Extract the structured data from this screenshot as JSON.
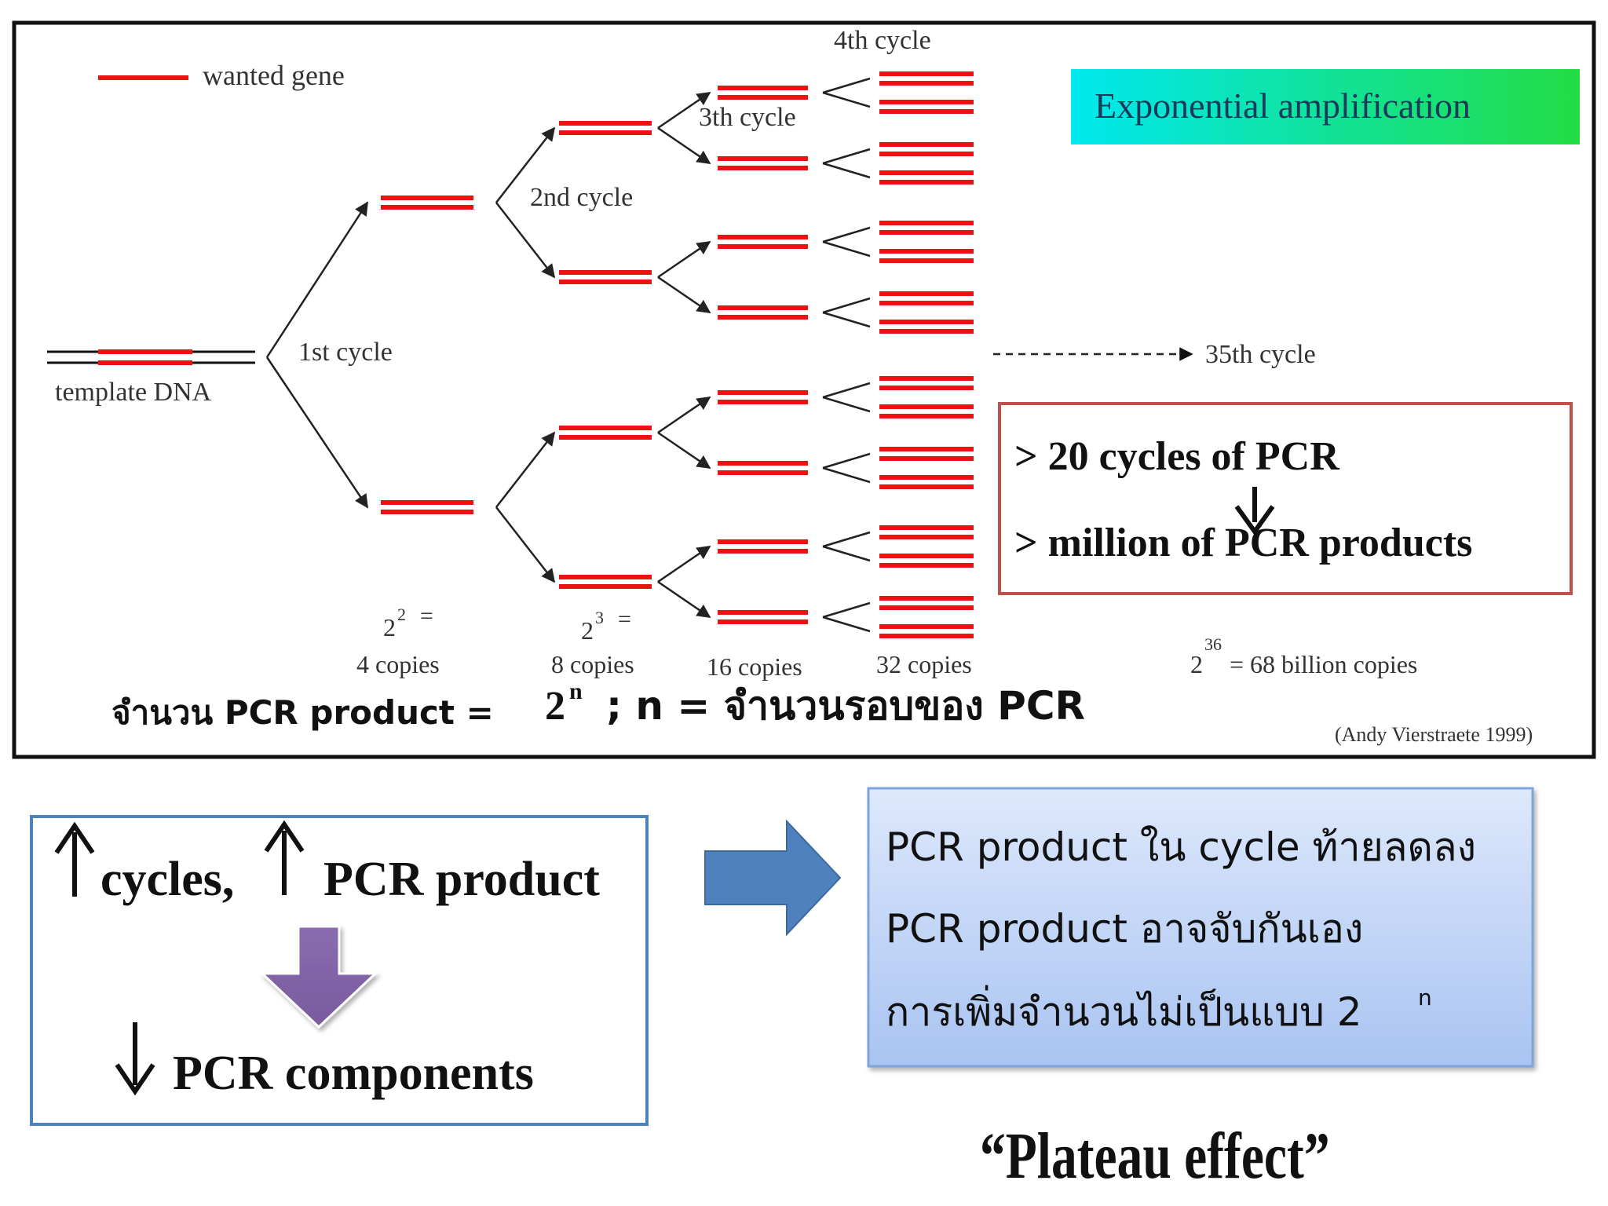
{
  "legend": {
    "label": "wanted gene"
  },
  "template": {
    "label": "template DNA"
  },
  "cycles": {
    "c1": "1st cycle",
    "c2": "2nd cycle",
    "c3": "3th cycle",
    "c4": "4th cycle",
    "c35": "35th cycle"
  },
  "copies": {
    "four_base": "2",
    "four_exp": "2",
    "four_eq": "=",
    "four": "4 copies",
    "eight_base": "2",
    "eight_exp": "3",
    "eight_eq": "=",
    "eight": "8 copies",
    "sixteen": "16 copies",
    "thirtytwo": "32 copies",
    "final_base": "2",
    "final_exp": "36",
    "final_rest": "= 68 billion copies"
  },
  "title_box": {
    "text": "Exponential amplification"
  },
  "info_box": {
    "line1": "> 20 cycles of PCR",
    "line2": "> million of PCR products"
  },
  "formula": {
    "left": "จำนวน PCR product =",
    "base": "2",
    "exp": "n",
    "right": "; n = จำนวนรอบของ PCR"
  },
  "credit": "(Andy Vierstraete 1999)",
  "left_box": {
    "line1_a": "cycles,",
    "line1_b": "PCR product",
    "line2": "PCR components"
  },
  "right_box": {
    "line1": "PCR product ใน cycle ท้ายลดลง",
    "line2": "PCR product อาจจับกันเอง",
    "line3_text": "การเพิ่มจำนวนไม่เป็นแบบ 2",
    "line3_exp": "n"
  },
  "caption": "“Plateau  effect”",
  "colors": {
    "dna_red": "#ee1111",
    "title_gradient_start": "#00e8f0",
    "title_gradient_end": "#22dd44",
    "info_border": "#c0504d",
    "box_border": "#4f81bd",
    "block_arrow": "#4f81bd",
    "down_arrow": "#8064a2"
  }
}
